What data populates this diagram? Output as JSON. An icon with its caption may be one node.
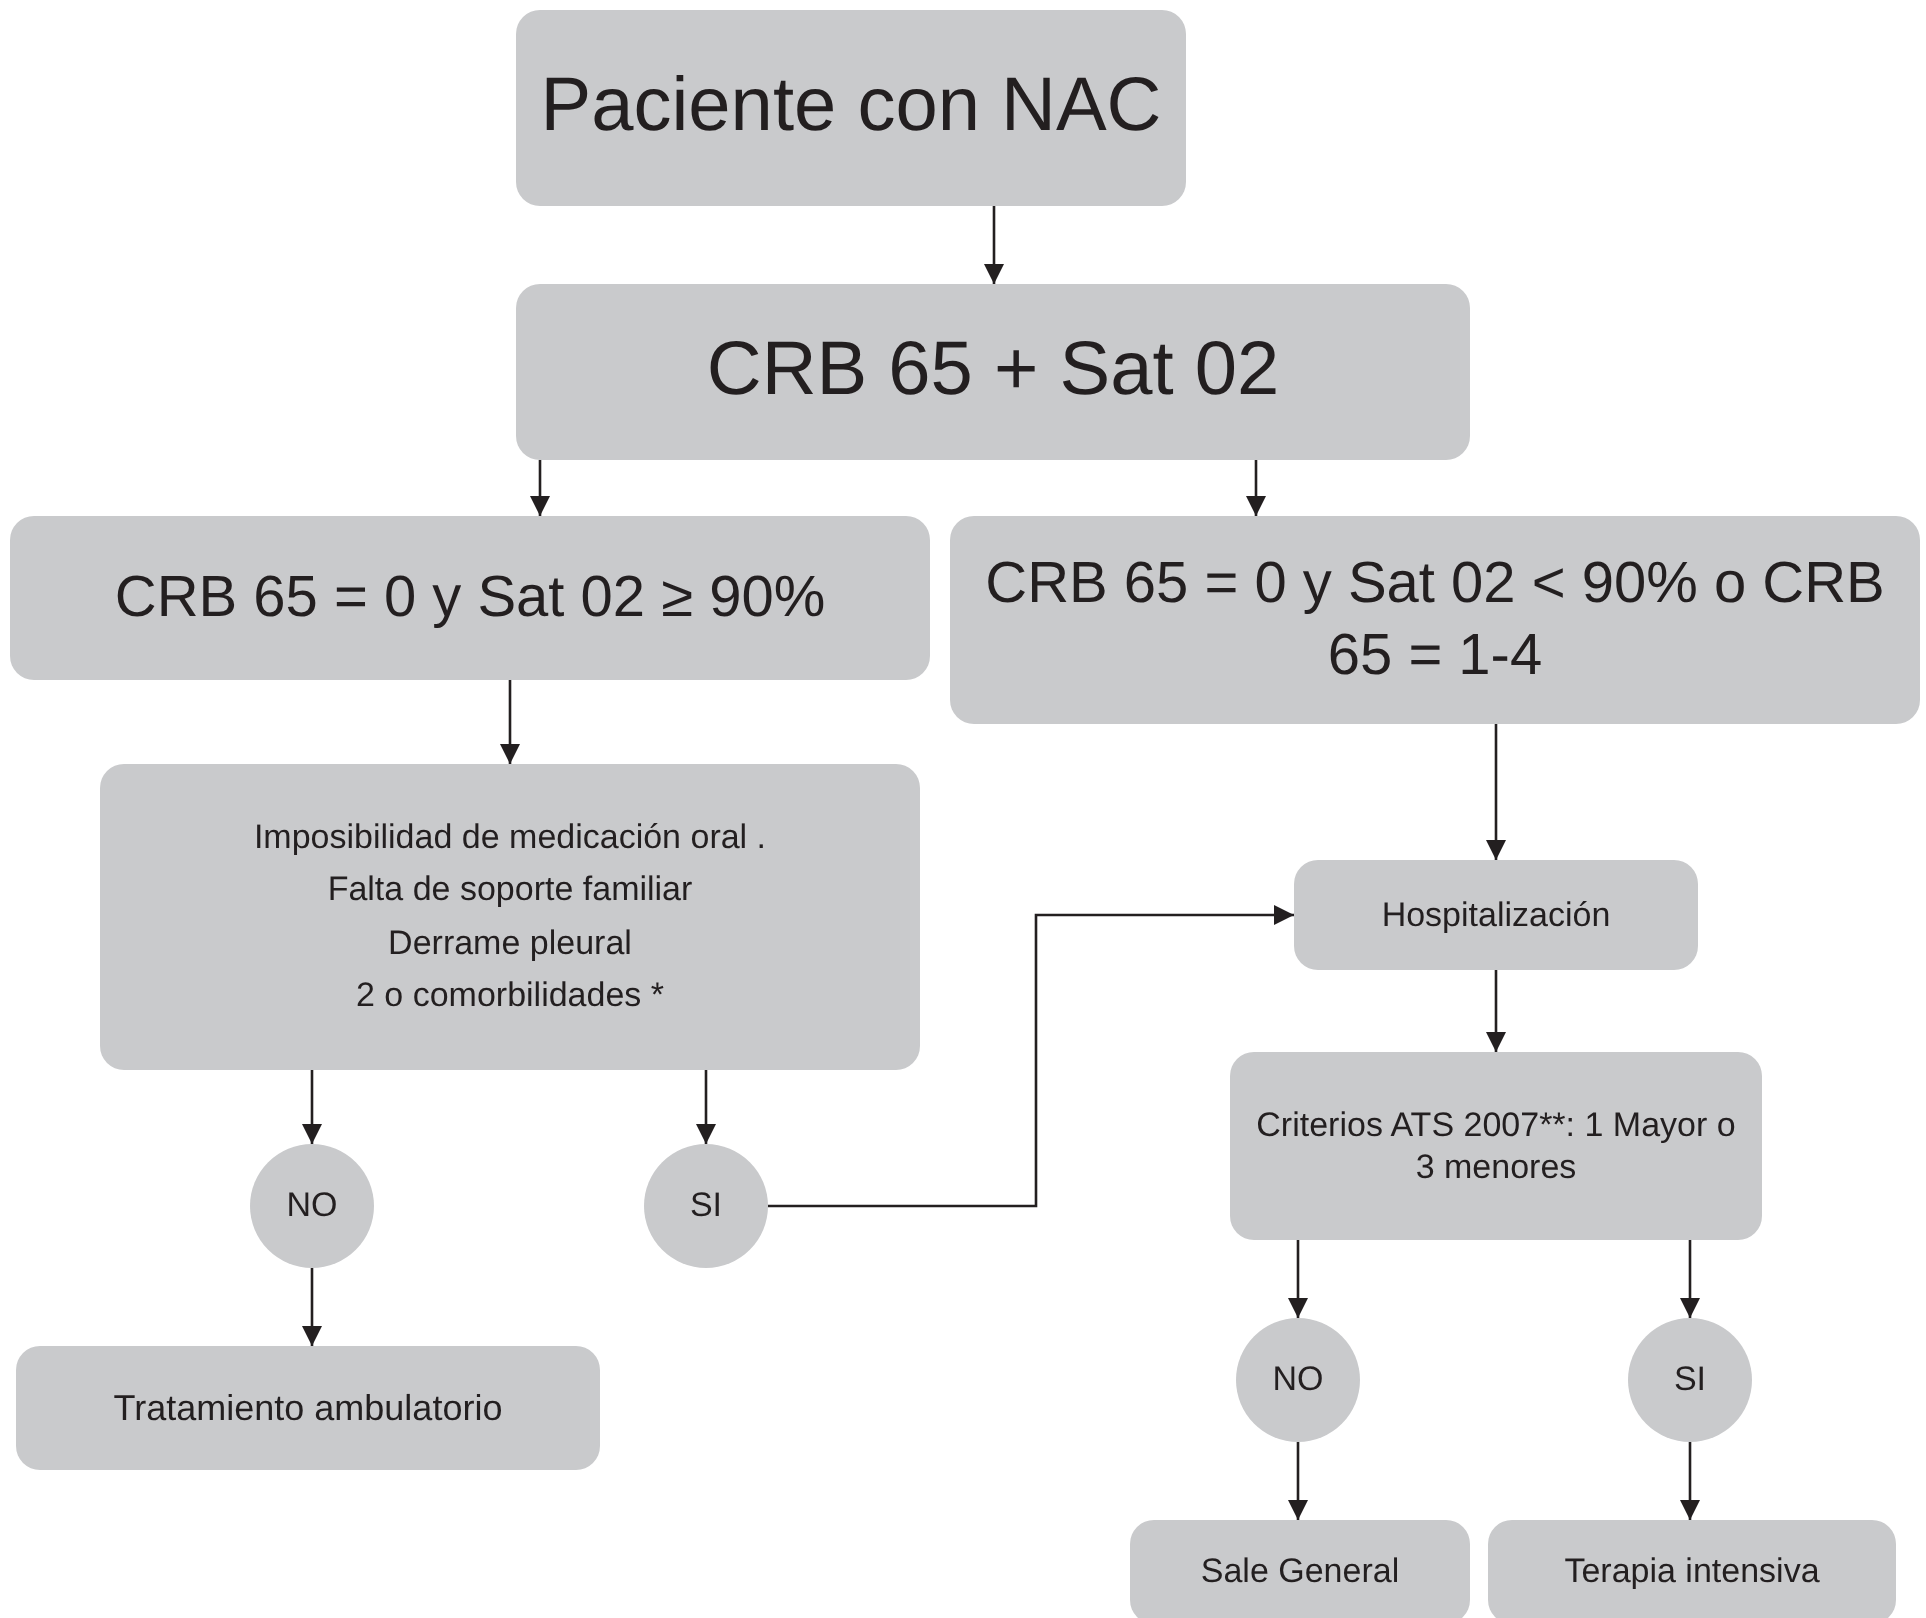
{
  "diagram": {
    "nodes": [
      {
        "text": [
          "Paciente con NAC"
        ]
      },
      {
        "text": [
          "CRB 65 + Sat 02"
        ]
      },
      {
        "text": [
          "CRB 65 = 0 y Sat 02 ≥ 90%"
        ]
      },
      {
        "text": [
          "CRB 65 = 0 y Sat 02 < 90% o CRB 65 = 1-4"
        ]
      },
      {
        "text": [
          "Imposibilidad de medicación oral .",
          "Falta de soporte familiar",
          "Derrame pleural",
          "2 o comorbilidades *"
        ]
      },
      {
        "text": [
          "NO"
        ]
      },
      {
        "text": [
          "SI"
        ]
      },
      {
        "text": [
          "Tratamiento ambulatorio"
        ]
      },
      {
        "text": [
          "Hospitalización"
        ]
      },
      {
        "text": [
          "Criterios ATS 2007**: 1 Mayor o 3 menores"
        ]
      },
      {
        "text": [
          "NO"
        ]
      },
      {
        "text": [
          "SI"
        ]
      },
      {
        "text": [
          "Sale General"
        ]
      },
      {
        "text": [
          "Terapia intensiva"
        ]
      }
    ],
    "edges": [
      {
        "from": 0,
        "to": 1,
        "arrow": "to"
      },
      {
        "from": 1,
        "to": 2,
        "arrow": "to"
      },
      {
        "from": 1,
        "to": 3,
        "arrow": "to"
      },
      {
        "from": 2,
        "to": 4,
        "arrow": "to"
      },
      {
        "from": 4,
        "to": 5,
        "arrow": "to"
      },
      {
        "from": 4,
        "to": 6,
        "arrow": "to"
      },
      {
        "from": 5,
        "to": 7,
        "arrow": "to"
      },
      {
        "from": 6,
        "to": 8,
        "arrow": "to"
      },
      {
        "from": 3,
        "to": 8,
        "arrow": "to"
      },
      {
        "from": 8,
        "to": 9,
        "arrow": "to"
      },
      {
        "from": 9,
        "to": 10,
        "arrow": "to"
      },
      {
        "from": 9,
        "to": 11,
        "arrow": "to"
      },
      {
        "from": 10,
        "to": 12,
        "arrow": "to"
      },
      {
        "from": 11,
        "to": 13,
        "arrow": "to"
      }
    ]
  }
}
